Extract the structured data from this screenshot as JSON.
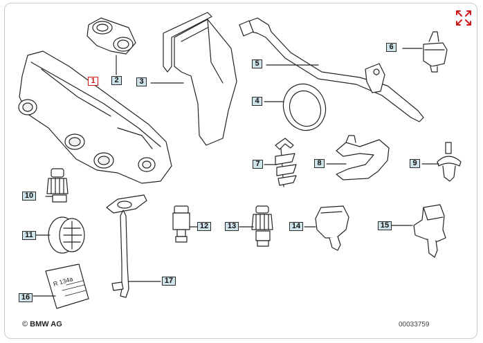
{
  "diagram": {
    "copyright_symbol": "©",
    "copyright_text": "BMW AG",
    "document_number": "00033759",
    "label_card_text": "R 134a",
    "accent_color": "#d01515",
    "callout_fill": "#cfe3ea",
    "callouts": [
      {
        "num": "1",
        "active": true
      },
      {
        "num": "2"
      },
      {
        "num": "3"
      },
      {
        "num": "4"
      },
      {
        "num": "5"
      },
      {
        "num": "6"
      },
      {
        "num": "7"
      },
      {
        "num": "8"
      },
      {
        "num": "9"
      },
      {
        "num": "10"
      },
      {
        "num": "11"
      },
      {
        "num": "12"
      },
      {
        "num": "13"
      },
      {
        "num": "14"
      },
      {
        "num": "15"
      },
      {
        "num": "16"
      },
      {
        "num": "17"
      }
    ],
    "expand_icon": "expand-arrows-icon"
  }
}
